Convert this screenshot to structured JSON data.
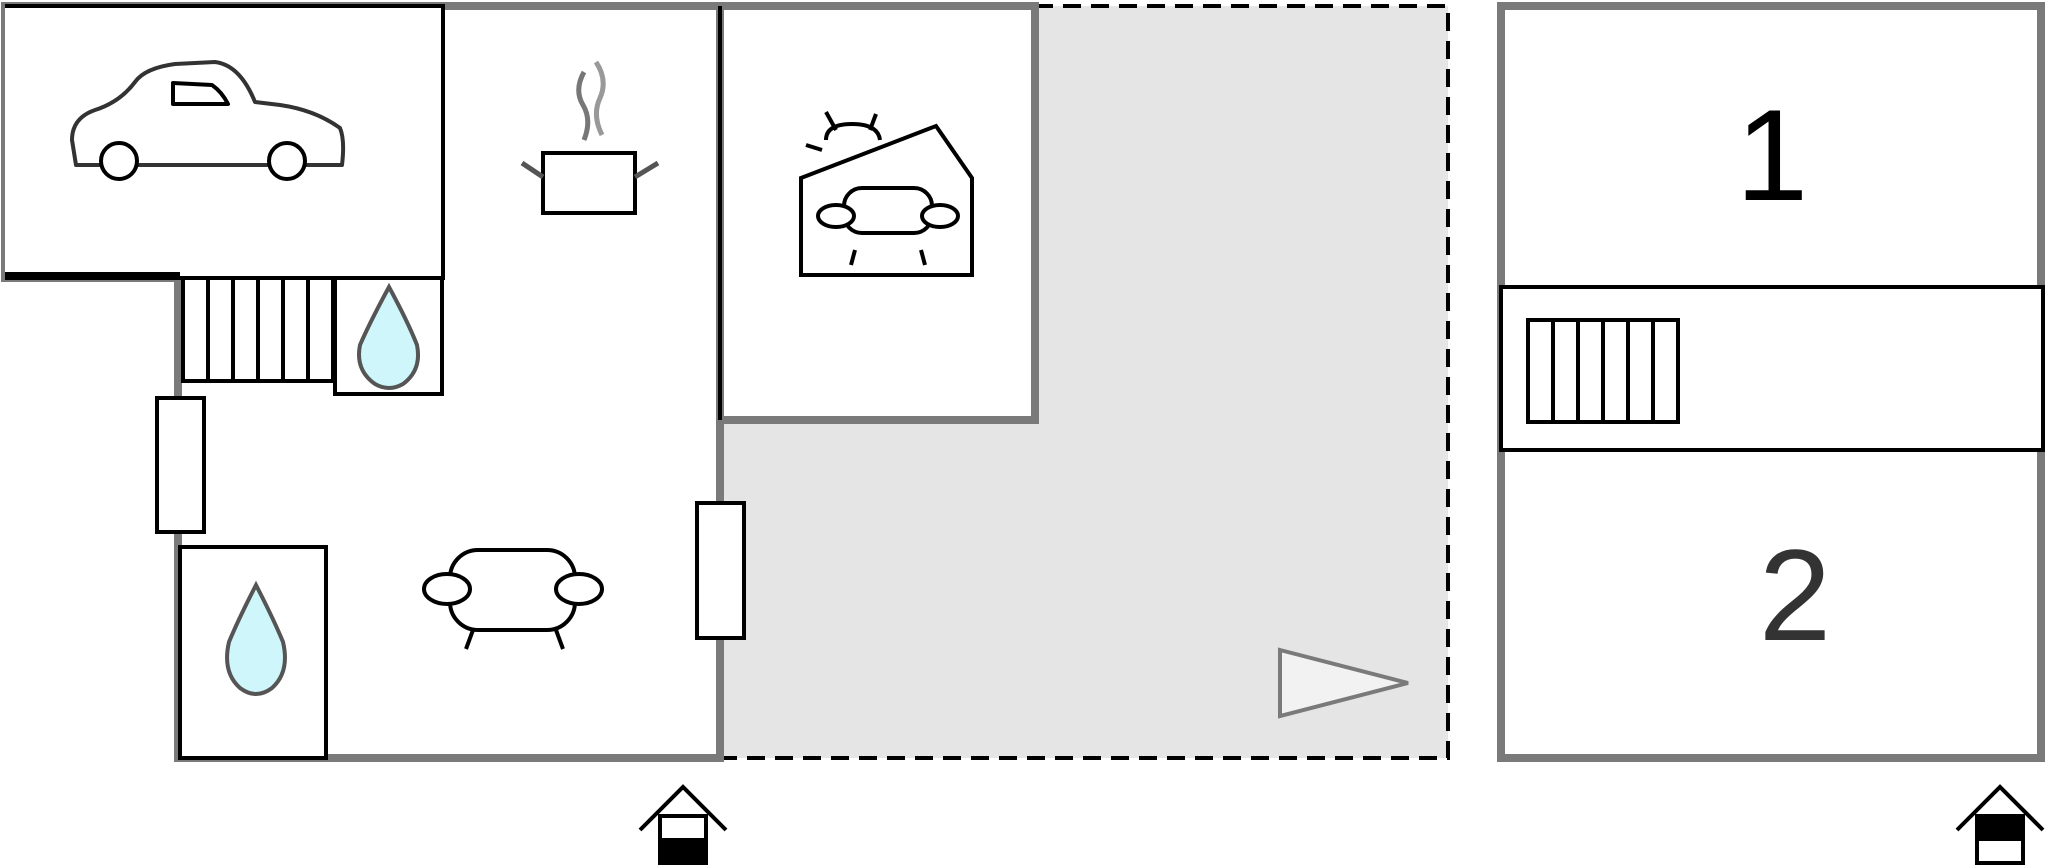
{
  "floorplan": {
    "ground_floor": {
      "rooms": [
        "garage",
        "kitchen",
        "conservatory",
        "bathroom-upper",
        "bathroom-lower",
        "living-room",
        "terrace"
      ],
      "icons": [
        "car-icon",
        "cooking-pot-icon",
        "sunroom-sofa-icon",
        "water-drop-icon",
        "water-drop-icon",
        "sofa-icon",
        "stairs-icon",
        "pool-triangle-icon"
      ]
    },
    "upper_floor": {
      "floor_labels": [
        "1",
        "2"
      ],
      "icons": [
        "stairs-icon"
      ]
    },
    "level_indicators": [
      "ground-floor-house-icon",
      "upper-floor-house-icon"
    ],
    "colors": {
      "wall": "#7a7a7a",
      "inner_wall": "#000000",
      "terrace_fill": "#e5e5e5",
      "water": "#cff7fb",
      "floor_number": "#000000"
    }
  }
}
